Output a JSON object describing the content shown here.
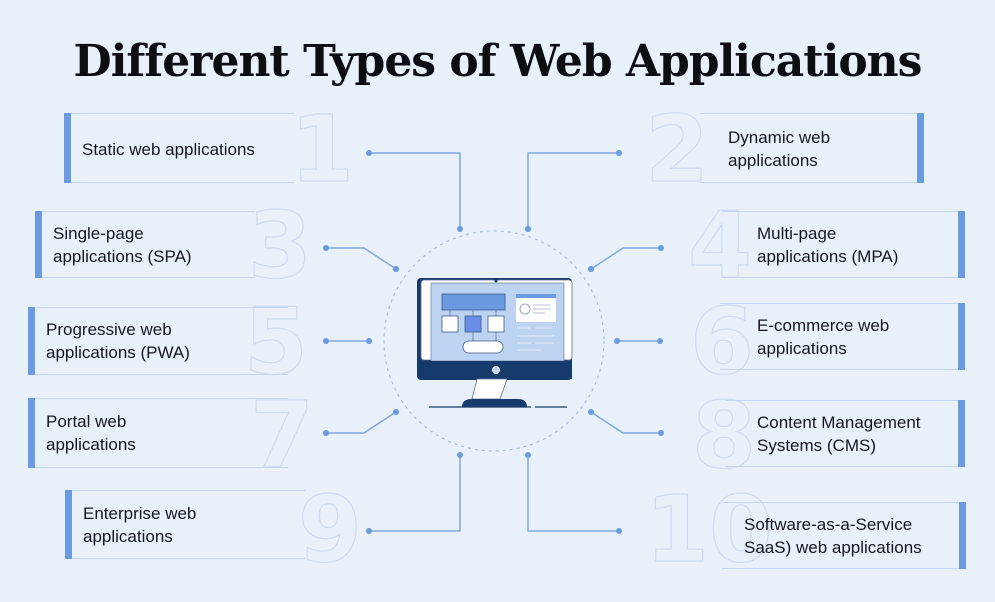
{
  "title": "Different Types of Web Applications",
  "items": [
    {
      "number": "1",
      "label": "Static web applications"
    },
    {
      "number": "2",
      "label": "Dynamic web\napplications"
    },
    {
      "number": "3",
      "label": "Single-page\napplications (SPA)"
    },
    {
      "number": "4",
      "label": "Multi-page\napplications (MPA)"
    },
    {
      "number": "5",
      "label": "Progressive web\napplications (PWA)"
    },
    {
      "number": "6",
      "label": "E-commerce web\napplications"
    },
    {
      "number": "7",
      "label": "Portal web\napplications"
    },
    {
      "number": "8",
      "label": "Content Management\nSystems (CMS)"
    },
    {
      "number": "9",
      "label": "Enterprise web\napplications"
    },
    {
      "number": "10",
      "label": "Software-as-a-Service\nSaaS) web applications"
    }
  ],
  "center_icon": "desktop-monitor-icon",
  "colors": {
    "background": "#e8f0fa",
    "accent": "#6a9be0",
    "navy": "#163a6b",
    "connector": "#7fa7df"
  }
}
